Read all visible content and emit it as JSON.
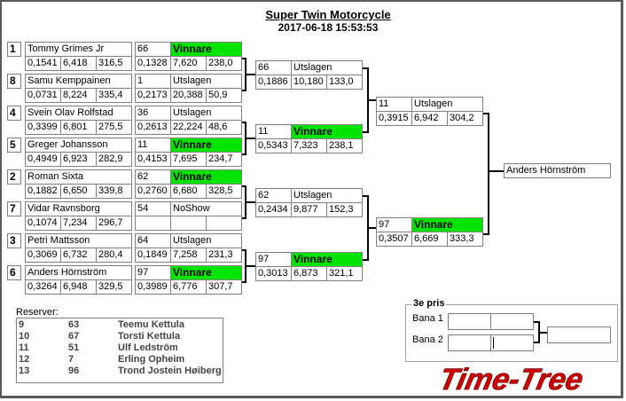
{
  "header": {
    "title": "Super Twin Motorcycle",
    "datetime": "2017-06-18 15:53:53"
  },
  "round1": [
    {
      "seed": "1",
      "name": "Tommy Grimes Jr",
      "reaction": "0,1541",
      "time": "6,418",
      "speed": "316,5"
    },
    {
      "seed": "8",
      "name": "Samu Kemppainen",
      "reaction": "0,0731",
      "time": "8,224",
      "speed": "335,4"
    },
    {
      "seed": "4",
      "name": "Svein Olav Rolfstad",
      "reaction": "0,3399",
      "time": "6,801",
      "speed": "275,5"
    },
    {
      "seed": "5",
      "name": "Greger Johansson",
      "reaction": "0,4949",
      "time": "6,923",
      "speed": "282,9"
    },
    {
      "seed": "2",
      "name": "Roman Sixta",
      "reaction": "0,1882",
      "time": "6,650",
      "speed": "339,8"
    },
    {
      "seed": "7",
      "name": "Vidar Ravnsborg",
      "reaction": "0,1074",
      "time": "7,234",
      "speed": "296,7"
    },
    {
      "seed": "3",
      "name": "Petri Mattsson",
      "reaction": "0,3069",
      "time": "6,732",
      "speed": "280,4"
    },
    {
      "seed": "6",
      "name": "Anders Hörnström",
      "reaction": "0,3264",
      "time": "6,948",
      "speed": "329,5"
    }
  ],
  "quarterfinal": [
    {
      "number": "66",
      "result": "Vinnare",
      "reaction": "0,1328",
      "time": "7,620",
      "speed": "238,0"
    },
    {
      "number": "1",
      "result": "Utslagen",
      "reaction": "0,2173",
      "time": "20,388",
      "speed": "50,9"
    },
    {
      "number": "36",
      "result": "Utslagen",
      "reaction": "0,2613",
      "time": "22,224",
      "speed": "48,6"
    },
    {
      "number": "11",
      "result": "Vinnare",
      "reaction": "0,4153",
      "time": "7,695",
      "speed": "234,7"
    },
    {
      "number": "62",
      "result": "Vinnare",
      "reaction": "0,2760",
      "time": "6,680",
      "speed": "328,5"
    },
    {
      "number": "54",
      "result": "NoShow",
      "reaction": "",
      "time": "",
      "speed": ""
    },
    {
      "number": "64",
      "result": "Utslagen",
      "reaction": "0,1849",
      "time": "7,258",
      "speed": "231,3"
    },
    {
      "number": "97",
      "result": "Vinnare",
      "reaction": "0,3989",
      "time": "6,776",
      "speed": "307,7"
    }
  ],
  "semifinal": [
    {
      "number": "66",
      "result": "Utslagen",
      "reaction": "0,1886",
      "time": "10,180",
      "speed": "133,0"
    },
    {
      "number": "11",
      "result": "Vinnare",
      "reaction": "0,5343",
      "time": "7,323",
      "speed": "238,1"
    },
    {
      "number": "62",
      "result": "Utslagen",
      "reaction": "0,2434",
      "time": "9,877",
      "speed": "152,3"
    },
    {
      "number": "97",
      "result": "Vinnare",
      "reaction": "0,3013",
      "time": "6,873",
      "speed": "321,1"
    }
  ],
  "final": [
    {
      "number": "11",
      "result": "Utslagen",
      "reaction": "0,3915",
      "time": "6,942",
      "speed": "304,2"
    },
    {
      "number": "97",
      "result": "Vinnare",
      "reaction": "0,3507",
      "time": "6,669",
      "speed": "333,3"
    }
  ],
  "champion": "Anders Hörnström",
  "reserves": {
    "label": "Reserver:",
    "rows": [
      {
        "pos": "9",
        "number": "63",
        "name": "Teemu Kettula"
      },
      {
        "pos": "10",
        "number": "67",
        "name": "Torsti Kettula"
      },
      {
        "pos": "11",
        "number": "51",
        "name": "Ulf Ledström"
      },
      {
        "pos": "12",
        "number": "7",
        "name": "Erling Opheim"
      },
      {
        "pos": "13",
        "number": "96",
        "name": "Trond Jostein Høiberg"
      }
    ]
  },
  "third_place": {
    "legend": "3e pris",
    "lane1_label": "Bana 1",
    "lane2_label": "Bana 2",
    "lane1_a": "",
    "lane1_b": "",
    "lane2_a": "",
    "lane2_b": "",
    "winner": ""
  },
  "logo": {
    "text": "Time-Tree",
    "color": "#d00000"
  },
  "colors": {
    "winner": "#00e400",
    "border": "#808080"
  }
}
